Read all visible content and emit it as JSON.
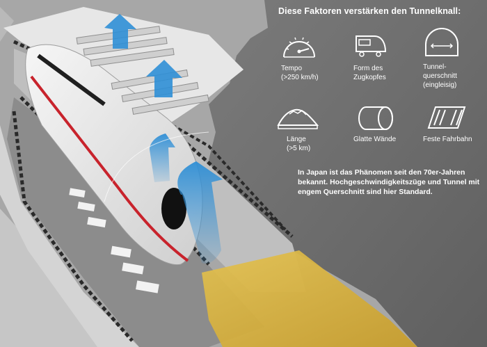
{
  "title": "Diese Faktoren verstärken den Tunnelknall:",
  "factors": [
    {
      "icon": "speedometer-icon",
      "label": "Tempo\n(>250 km/h)"
    },
    {
      "icon": "train-nose-icon",
      "label": "Form des\nZugkopfes"
    },
    {
      "icon": "tunnel-cross-section-icon",
      "label": "Tunnel-\nquerschnitt\n(eingleisig)"
    },
    {
      "icon": "mountain-length-icon",
      "label": "Länge\n(>5 km)"
    },
    {
      "icon": "smooth-walls-icon",
      "label": "Glatte Wände"
    },
    {
      "icon": "fixed-track-icon",
      "label": "Feste Fahrbahn"
    }
  ],
  "note": "In Japan ist das Phänomen seit den 70er-Jahren bekannt. Hochgeschwindigkeitszüge und Tunnel mit engem Querschnitt sind hier Standard.",
  "colors": {
    "rock": "#6f6f6f",
    "tunnel": "#bdbdbd",
    "airflow": "#2f8fd6",
    "track_tape": "#d8b13a"
  }
}
